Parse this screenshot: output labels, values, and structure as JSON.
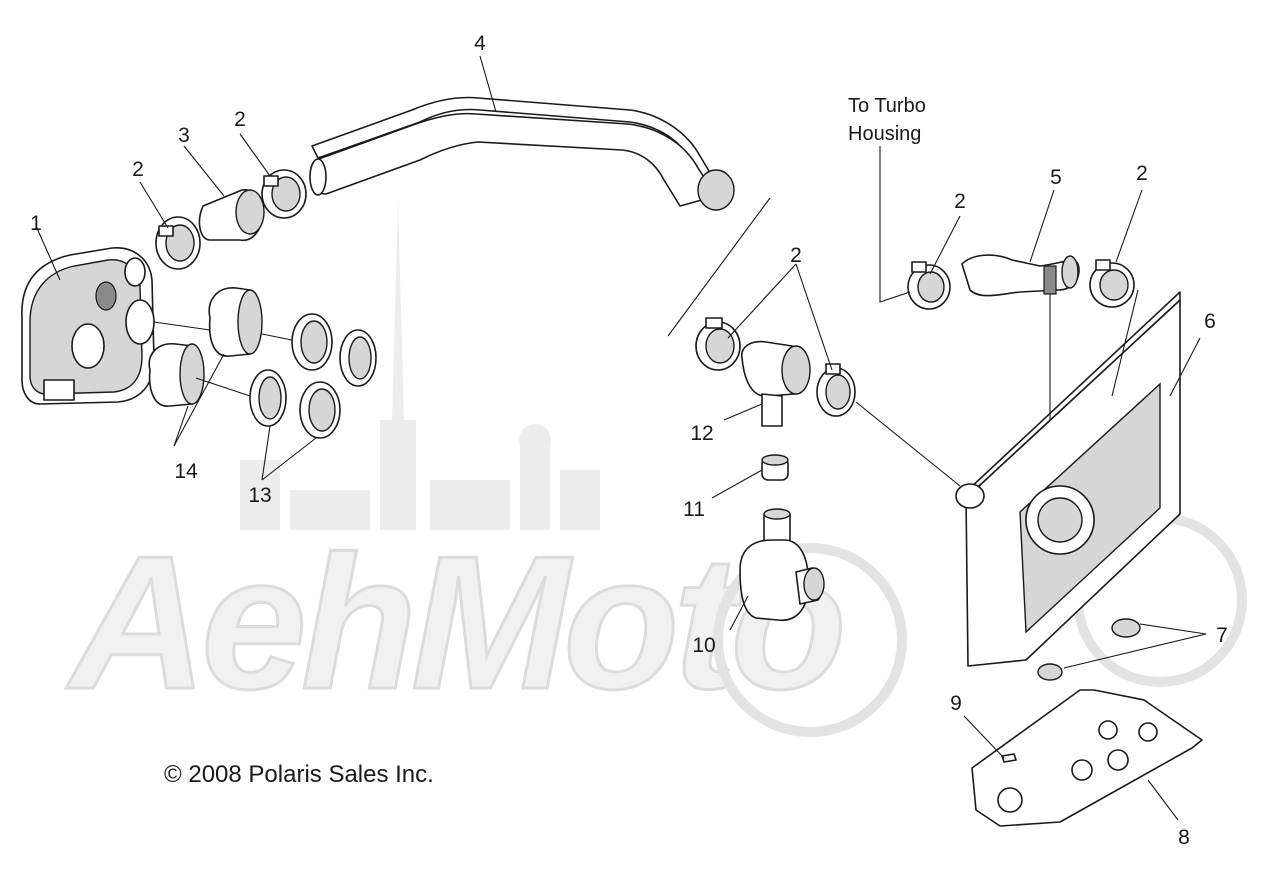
{
  "watermark": {
    "text": "AehMoto"
  },
  "callouts": [
    {
      "id": "c1",
      "label": "1"
    },
    {
      "id": "c2a",
      "label": "2"
    },
    {
      "id": "c2b",
      "label": "2"
    },
    {
      "id": "c2c",
      "label": "2"
    },
    {
      "id": "c2d",
      "label": "2"
    },
    {
      "id": "c2e",
      "label": "2"
    },
    {
      "id": "c3",
      "label": "3"
    },
    {
      "id": "c4",
      "label": "4"
    },
    {
      "id": "c5",
      "label": "5"
    },
    {
      "id": "c6",
      "label": "6"
    },
    {
      "id": "c7",
      "label": "7"
    },
    {
      "id": "c8",
      "label": "8"
    },
    {
      "id": "c9",
      "label": "9"
    },
    {
      "id": "c10",
      "label": "10"
    },
    {
      "id": "c11",
      "label": "11"
    },
    {
      "id": "c12",
      "label": "12"
    },
    {
      "id": "c13",
      "label": "13"
    },
    {
      "id": "c14",
      "label": "14"
    }
  ],
  "notes": {
    "turbo_line1": "To Turbo",
    "turbo_line2": "Housing"
  },
  "copyright": "© 2008 Polaris Sales Inc."
}
